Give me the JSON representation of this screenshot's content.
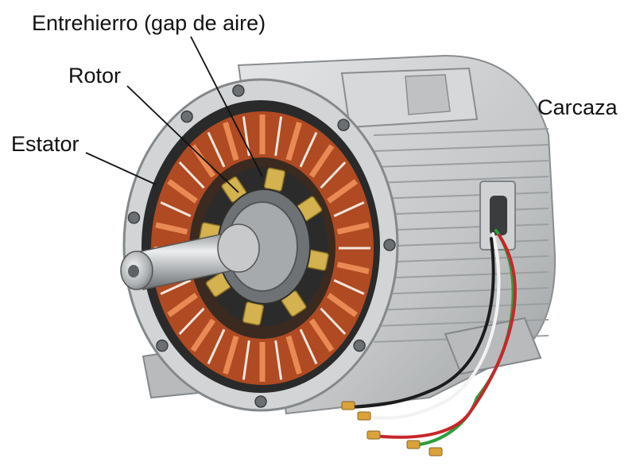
{
  "labels": {
    "gap": "Entrehierro (gap de aire)",
    "rotor": "Rotor",
    "estator": "Estator",
    "carcaza": "Carcaza"
  },
  "colors": {
    "housing": "#c9cbcc",
    "housing_dark": "#8f9294",
    "winding": "#c8592a",
    "winding_light": "#e98a55",
    "rotor_core": "#d3b24f",
    "shaft": "#b9bcbe",
    "wire_green": "#2e9e3c",
    "wire_red": "#c8262a",
    "wire_white": "#f2f2f2",
    "wire_black": "#1c1c1c",
    "terminal": "#d9a23a"
  }
}
